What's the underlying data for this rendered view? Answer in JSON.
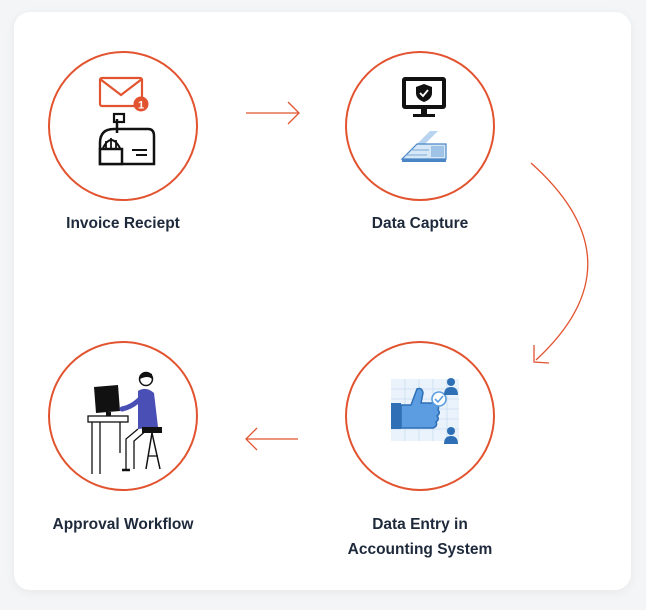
{
  "steps": [
    {
      "label": "Invoice Reciept",
      "icon": "mail-and-mailbox-icon"
    },
    {
      "label": "Data Capture",
      "icon": "monitor-shield-scanner-icon"
    },
    {
      "label_line1": "Data Entry in",
      "label_line2": "Accounting System",
      "icon": "thumbs-up-approval-icon"
    },
    {
      "label": "Approval Workflow",
      "icon": "person-at-computer-icon"
    }
  ],
  "notification_count": "1",
  "colors": {
    "accent": "#e2532f",
    "text": "#1e2a3b",
    "card": "#ffffff",
    "background": "#f4f5f7"
  }
}
